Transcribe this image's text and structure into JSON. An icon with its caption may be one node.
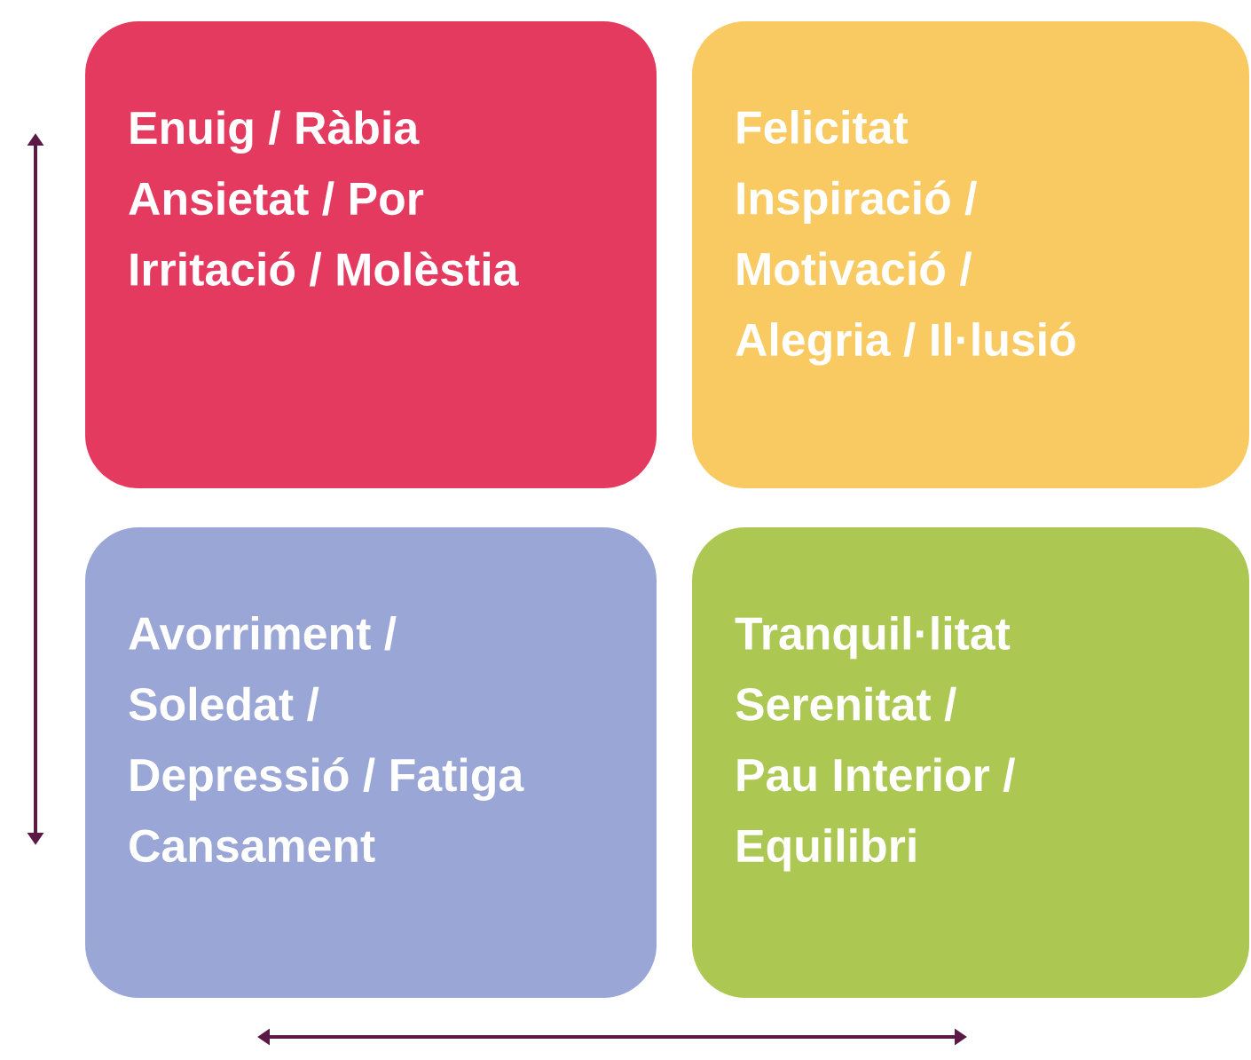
{
  "diagram": {
    "nodes": [
      {
        "text": [
          "Enuig / Ràbia",
          "Ansietat / Por",
          "Irritació / Molèstia"
        ]
      },
      {
        "text": [
          "Felicitat",
          "Inspiració /",
          "Motivació /",
          "Alegria / Il·lusió"
        ]
      },
      {
        "text": [
          "Avorriment /",
          "Soledat /",
          "Depressió / Fatiga",
          "Cansament"
        ]
      },
      {
        "text": [
          "Tranquil·litat",
          "Serenitat /",
          "Pau Interior /",
          "Equilibri"
        ]
      }
    ]
  }
}
